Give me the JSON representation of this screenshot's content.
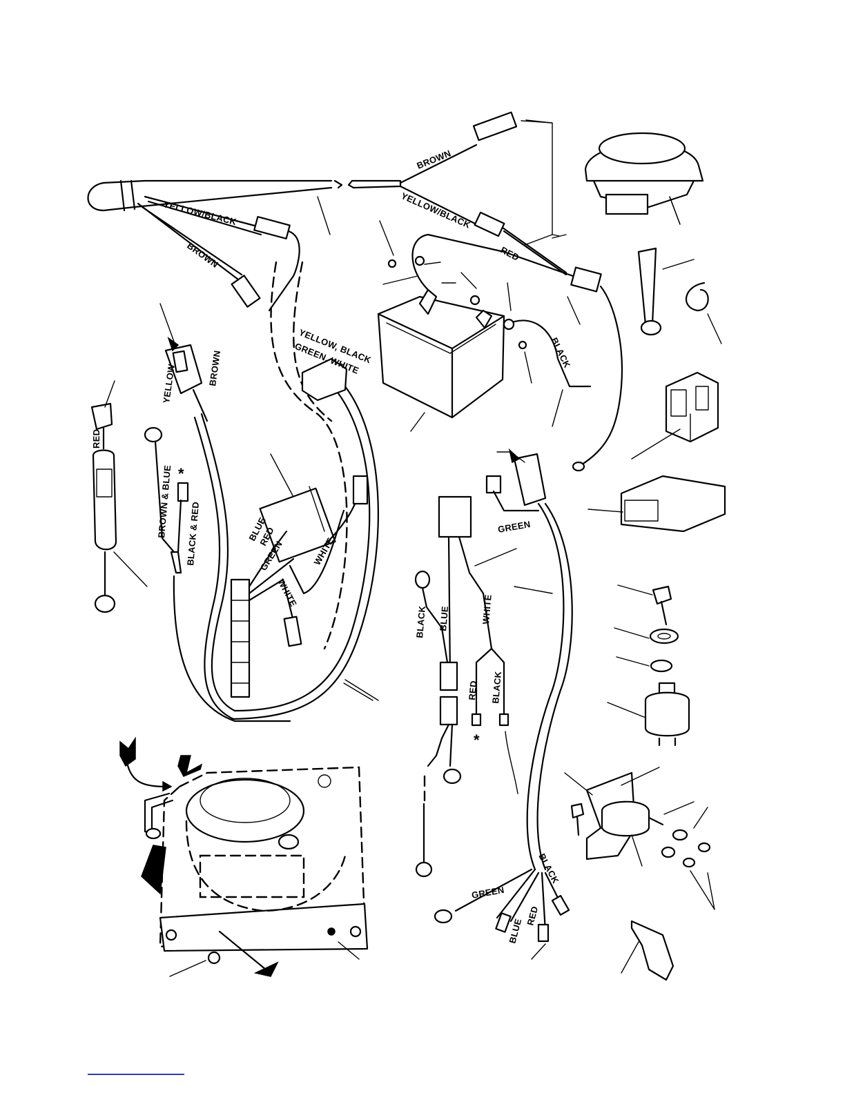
{
  "labels": {
    "brown_top": "BROWN",
    "yellow_black_top": "YELLOW/BLACK",
    "red_top": "RED",
    "yellow_black_left": "YELLOW/BLACK",
    "brown_left": "BROWN",
    "black_battery": "BLACK",
    "yellow_black_green_white_1": "YELLOW, BLACK",
    "yellow_black_green_white_2": "GREEN, WHITE",
    "yellow_conn": "YELLOW",
    "brown_conn": "BROWN",
    "red_fuse": "RED",
    "brown_blue": "BROWN & BLUE",
    "black_red": "BLACK & RED",
    "blue_mid": "BLUE",
    "red_mid": "RED",
    "green_mid": "GREEN",
    "white_mid1": "WHITE",
    "white_mid2": "WHITE",
    "green_right": "GREEN",
    "black_lead": "BLACK",
    "blue_lead": "BLUE",
    "white_lead": "WHITE",
    "red_lead": "RED",
    "black_lead2": "BLACK",
    "black_harness": "BLACK",
    "green_harness": "GREEN",
    "red_harness": "RED",
    "blue_harness": "BLUE",
    "asterisk_1": "*",
    "asterisk_2": "*"
  },
  "colors": {
    "line": "#000000",
    "background": "#ffffff",
    "footer_rule": "#2b3fb0"
  }
}
